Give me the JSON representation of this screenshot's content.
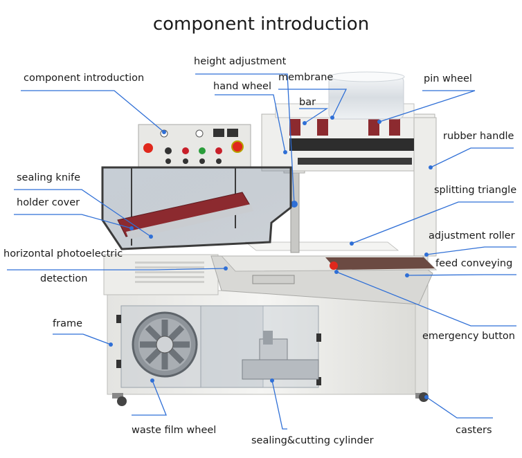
{
  "title": "component introduction",
  "labels": {
    "height_adjustment": "height adjustment",
    "component_introduction": "component introduction",
    "membrane": "membrane",
    "pin_wheel": "pin wheel",
    "hand_wheel": "hand wheel",
    "bar": "bar",
    "rubber_handle": "rubber handle",
    "sealing_knife": "sealing knife",
    "splitting_triangle": "splitting triangle",
    "holder_cover": "holder cover",
    "adjustment_roller": "adjustment roller",
    "horizontal_photoelectric": "horizontal photoelectric",
    "feed_conveying": "feed conveying",
    "detection": "detection",
    "frame": "frame",
    "emergency_button": "emergency button",
    "waste_film_wheel": "waste film wheel",
    "casters": "casters",
    "sealing_cutting_cylinder": "sealing&cutting cylinder"
  },
  "colors": {
    "leader_line": "#2f6fd6",
    "machine_body": "#eeeeec",
    "machine_shadow": "#c9c9c6",
    "glass": "#8a97a6",
    "sealing_bar_red": "#8c2a2f",
    "emergency_red": "#e0281c",
    "belt_brown": "#6b4a42"
  }
}
